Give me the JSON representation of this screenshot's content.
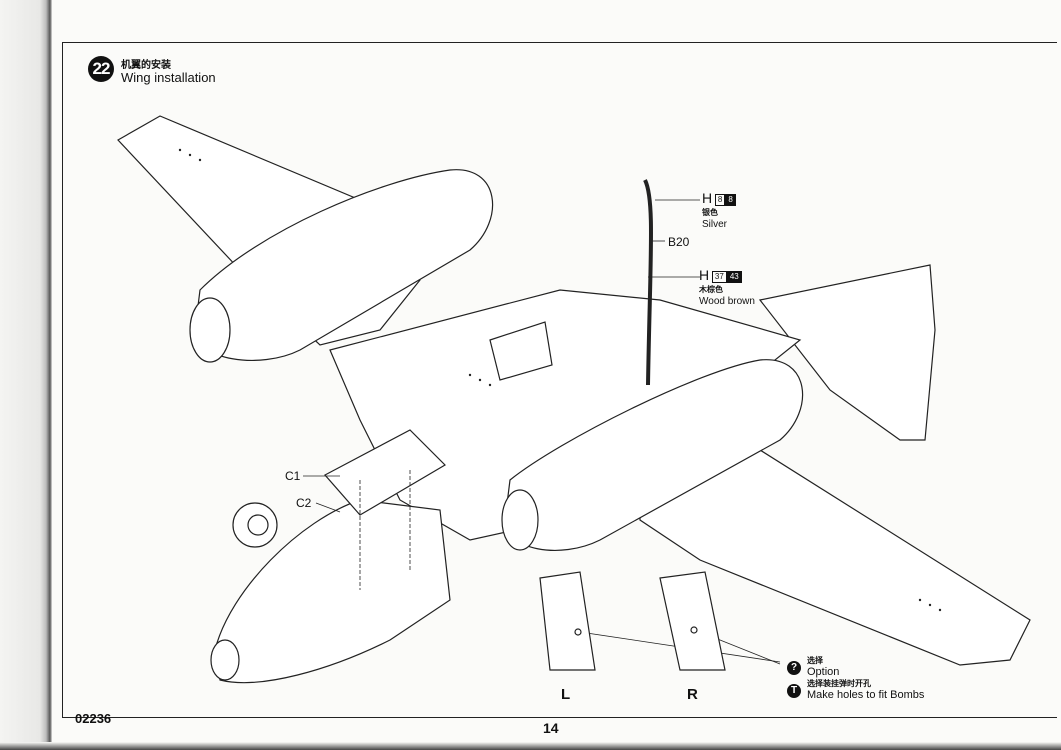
{
  "step": {
    "number": "22",
    "title_cn": "机翼的安装",
    "title_en": "Wing installation"
  },
  "parts": {
    "c1": "C1",
    "c2": "C2",
    "b20": "B20"
  },
  "paints": [
    {
      "prefix": "H",
      "code_a": "8",
      "code_b": "8",
      "name_cn": "银色",
      "name_en": "Silver"
    },
    {
      "prefix": "H",
      "code_a": "37",
      "code_b": "43",
      "name_cn": "木棕色",
      "name_en": "Wood brown"
    }
  ],
  "detail": {
    "left": "L",
    "right": "R"
  },
  "legend": [
    {
      "icon": "question-icon",
      "symbol": "?",
      "cn": "选择",
      "en": "Option"
    },
    {
      "icon": "drill-icon",
      "symbol": "T",
      "cn": "选择装挂弹时开孔",
      "en": "Make holes to fit Bombs"
    }
  ],
  "footer": {
    "code": "02236",
    "page": "14"
  }
}
